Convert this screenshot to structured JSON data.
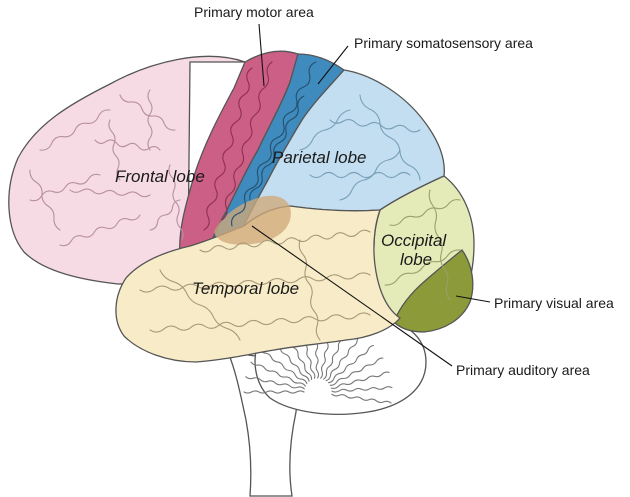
{
  "colors": {
    "frontal": "#f6dbe4",
    "motor": "#cc5f86",
    "somatosensory": "#3f8bbd",
    "parietal": "#c2def0",
    "temporal": "#f8ecc8",
    "occipital": "#e4ebb8",
    "visual": "#8c9a3a",
    "auditory": "#cfa97a",
    "cerebellum": "#ffffff",
    "outline": "#555555"
  },
  "lobes": {
    "frontal": "Frontal lobe",
    "parietal": "Parietal lobe",
    "temporal": "Temporal lobe",
    "occipital_line1": "Occipital",
    "occipital_line2": "lobe"
  },
  "callouts": {
    "motor": "Primary motor area",
    "somatosensory": "Primary somatosensory area",
    "visual": "Primary visual area",
    "auditory": "Primary auditory area"
  }
}
